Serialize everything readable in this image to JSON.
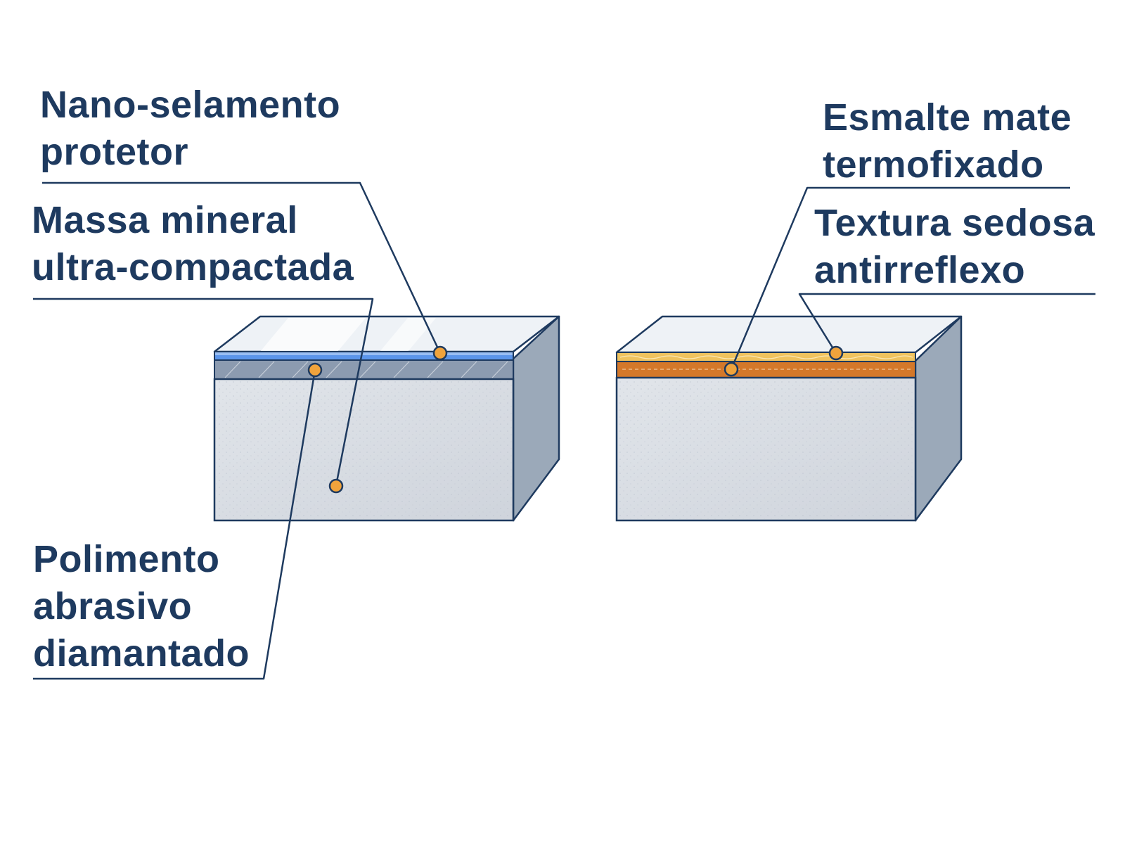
{
  "colors": {
    "ink": "#1e3a5f",
    "marker": "#f0a33c",
    "block_front": "#d9dde4",
    "block_side": "#9ba9b9",
    "block_top": "#eef2f6",
    "nano_seal": "#5b95ea",
    "mineral_mass": "#8c9bb0",
    "matte_enamel": "#f0c35e",
    "silky_texture": "#d4782a"
  },
  "left_block": {
    "callouts": [
      {
        "id": "nano",
        "lines": [
          "Nano-selamento",
          "protetor"
        ]
      },
      {
        "id": "massa",
        "lines": [
          "Massa mineral",
          "ultra-compactada"
        ]
      },
      {
        "id": "polimento",
        "lines": [
          "Polimento",
          "abrasivo",
          "diamantado"
        ]
      }
    ]
  },
  "right_block": {
    "callouts": [
      {
        "id": "esmalte",
        "lines": [
          "Esmalte mate",
          "termofixado"
        ]
      },
      {
        "id": "textura",
        "lines": [
          "Textura sedosa",
          "antirreflexo"
        ]
      }
    ]
  }
}
